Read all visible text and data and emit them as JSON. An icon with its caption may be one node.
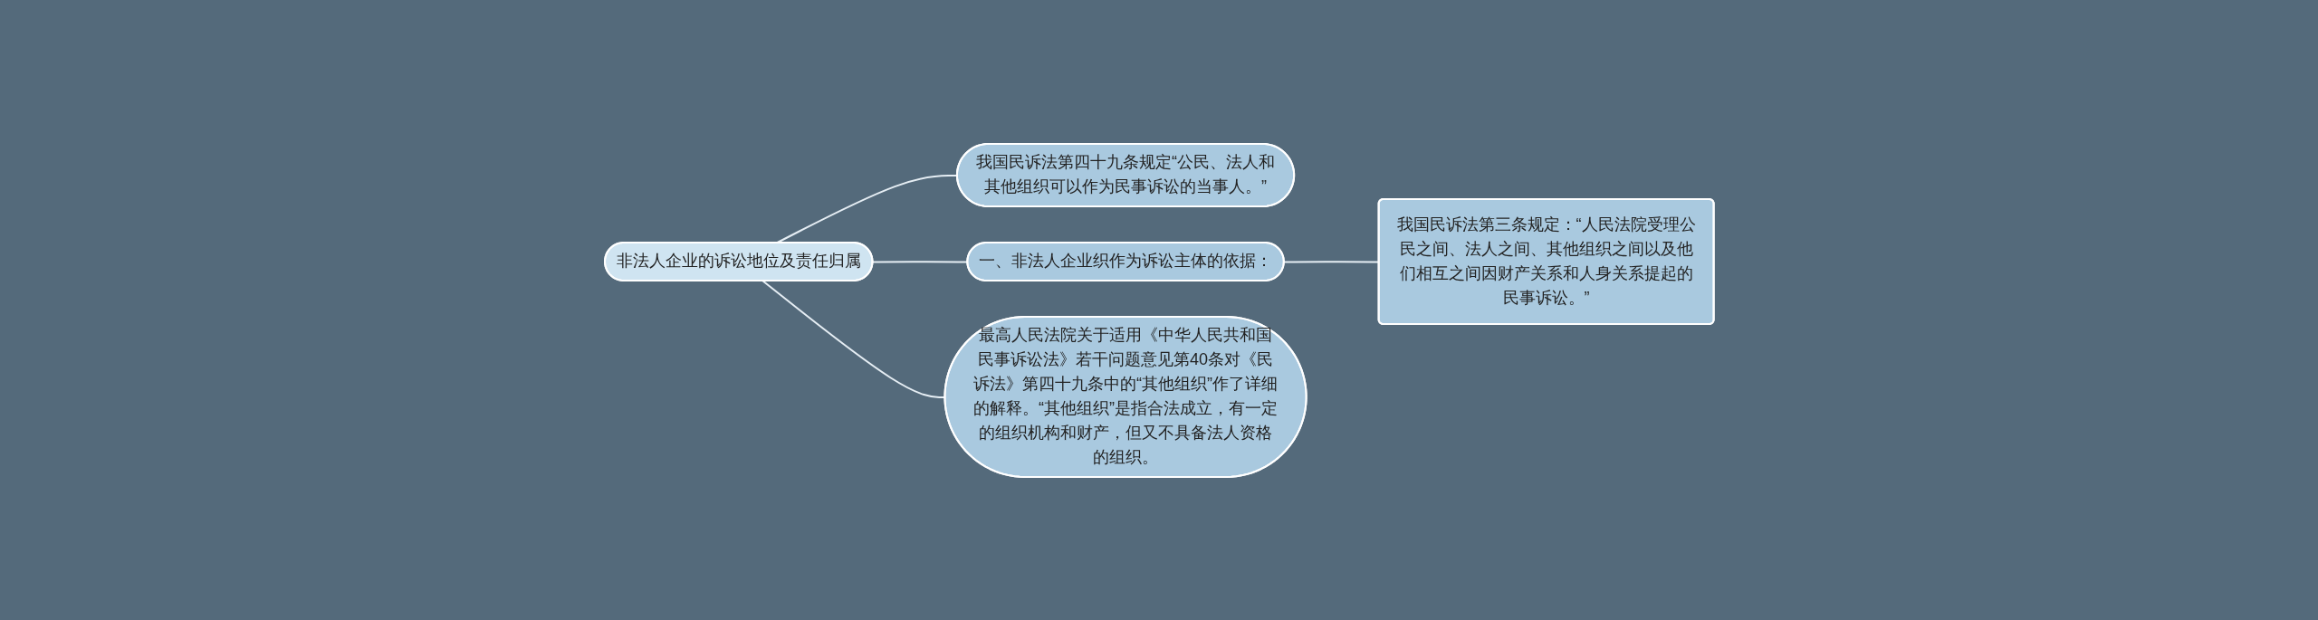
{
  "diagram": {
    "nodes": [
      {
        "text": [
          "非法人企业的诉讼地位及责任归属"
        ]
      },
      {
        "text": [
          "我国民诉法第四十九条规定“公民、法人和其他组织可以作为民事诉讼的当事人。”"
        ]
      },
      {
        "text": [
          "一、非法人企业织作为诉讼主体的依据："
        ]
      },
      {
        "text": [
          "我国民诉法第三条规定：“人民法院受理公民之间、法人之间、其他组织之间以及他们相互之间因财产关系和人身关系提起的民事诉讼。”"
        ]
      },
      {
        "text": [
          "最高人民法院关于适用《中华人民共和国民事诉讼法》若干问题意见第40条对《民诉法》第四十九条中的“其他组织”作了详细的解释。“其他组织”是指合法成立，有一定的组织机构和财产，但又不具备法人资格的组织。"
        ]
      }
    ],
    "edges": [
      {
        "from": 0,
        "to": 1,
        "arrow": "none"
      },
      {
        "from": 0,
        "to": 2,
        "arrow": "none"
      },
      {
        "from": 2,
        "to": 3,
        "arrow": "none"
      },
      {
        "from": 0,
        "to": 4,
        "arrow": "none"
      }
    ]
  }
}
